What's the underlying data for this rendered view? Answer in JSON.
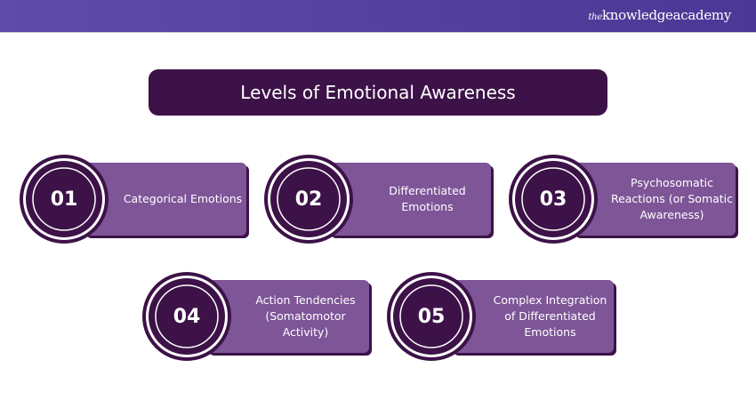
{
  "brand": {
    "prefix": "the",
    "name": "knowledgeacademy"
  },
  "title": "Levels of Emotional Awareness",
  "levels": [
    {
      "num": "01",
      "label": "Categorical Emotions"
    },
    {
      "num": "02",
      "label": "Differentiated Emotions"
    },
    {
      "num": "03",
      "label": "Psychosomatic Reactions (or Somatic Awareness)"
    },
    {
      "num": "04",
      "label": "Action Tendencies (Somatomotor Activity)"
    },
    {
      "num": "05",
      "label": "Complex Integration of Differentiated Emotions"
    }
  ],
  "colors": {
    "dark": "#3d1248",
    "card": "#7e5597",
    "header": "#5f4ba9"
  }
}
